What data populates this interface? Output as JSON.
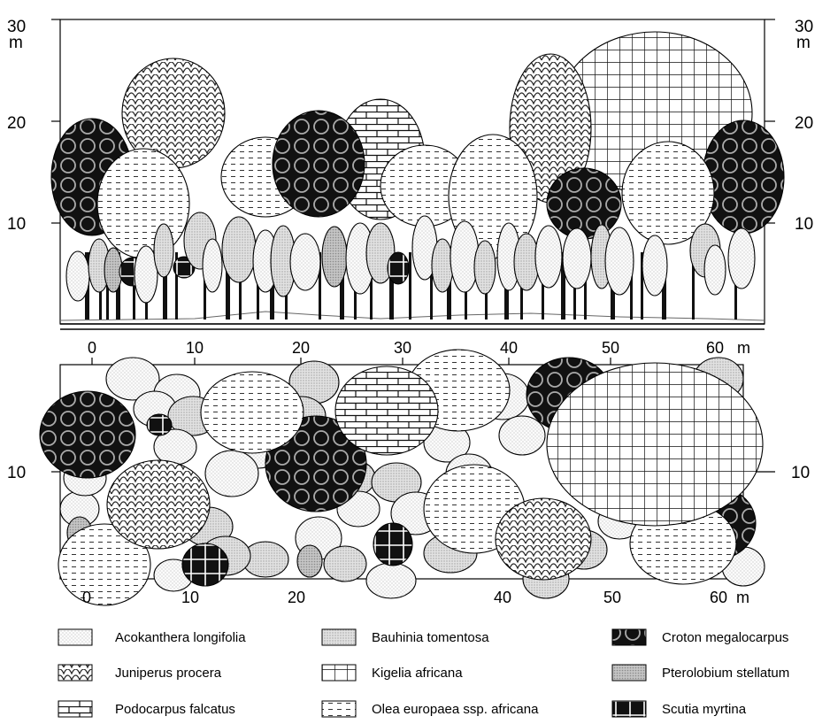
{
  "profile": {
    "height_unit": "m",
    "y_ticks": [
      "30",
      "20",
      "10"
    ],
    "x_unit": "m",
    "x_ticks": [
      "0",
      "10",
      "20",
      "30",
      "40",
      "50",
      "60"
    ]
  },
  "plan": {
    "y_ticks": [
      "10"
    ],
    "x_unit": "m",
    "x_ticks": [
      "0",
      "10",
      "20",
      "40",
      "50",
      "60"
    ]
  },
  "legend": [
    {
      "label": "Acokanthera longifolia",
      "pattern": "dots"
    },
    {
      "label": "Bauhinia tomentosa",
      "pattern": "fine"
    },
    {
      "label": "Croton megalocarpus",
      "pattern": "croton"
    },
    {
      "label": "Juniperus procera",
      "pattern": "juniper"
    },
    {
      "label": "Kigelia africana",
      "pattern": "grid"
    },
    {
      "label": "Pterolobium stellatum",
      "pattern": "ptero"
    },
    {
      "label": "Podocarpus falcatus",
      "pattern": "brick"
    },
    {
      "label": "Olea europaea ssp. africana",
      "pattern": "dash"
    },
    {
      "label": "Scutia myrtina",
      "pattern": "scutia"
    }
  ]
}
